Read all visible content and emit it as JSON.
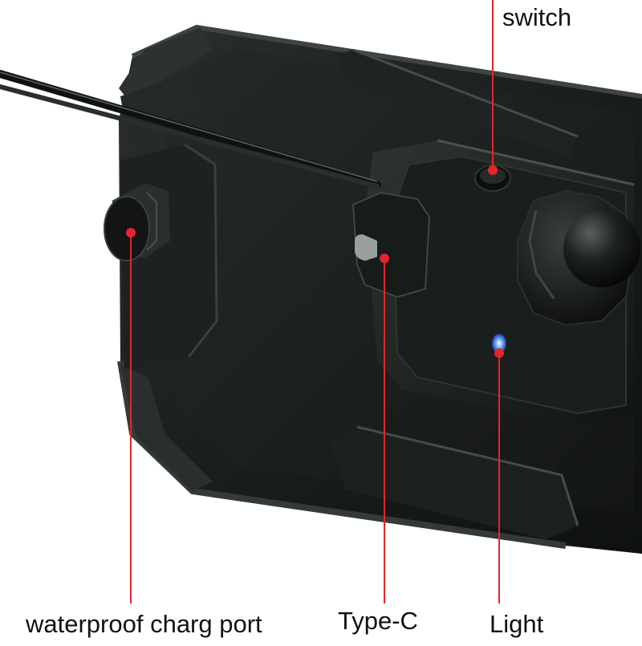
{
  "labels": {
    "switch": "switch",
    "charge_port": "waterproof charg port",
    "type_c": "Type-C",
    "light": "Light"
  },
  "colors": {
    "callout": "#e3262c",
    "background": "#ffffff",
    "label_text": "#111111",
    "case_dark": "#161a19",
    "case_mid": "#242927",
    "case_edge": "#3a403d",
    "accent_green": "#2f4a33"
  }
}
